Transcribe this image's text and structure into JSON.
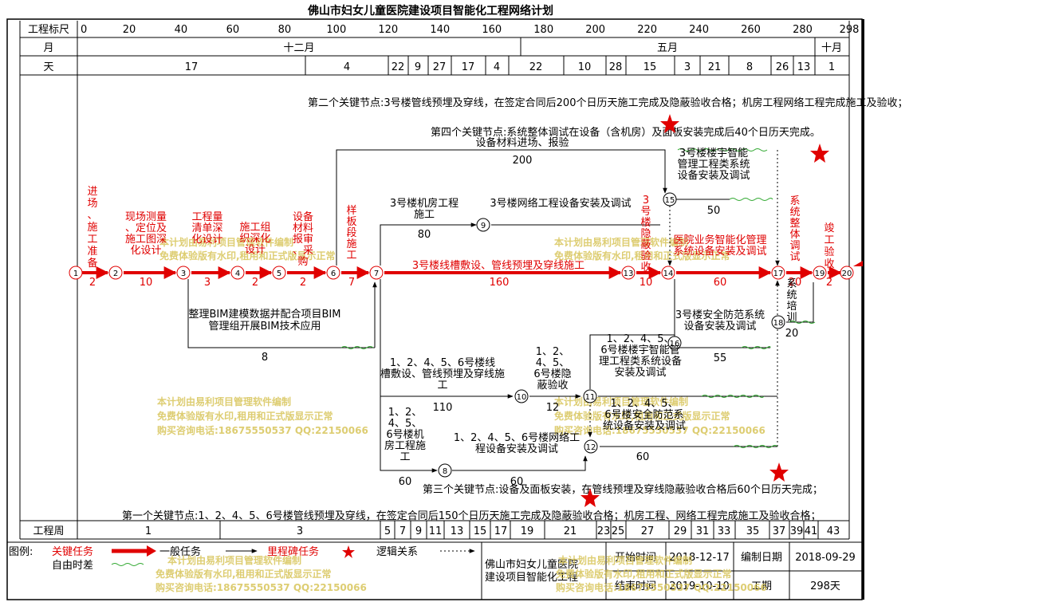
{
  "title": "佛山市妇女儿童医院建设项目智能化工程网络计划",
  "header": {
    "scale_label": "工程标尺",
    "scale_ticks": [
      "0",
      "20",
      "40",
      "60",
      "80",
      "100",
      "120",
      "140",
      "160",
      "180",
      "200",
      "220",
      "240",
      "260",
      "280",
      "298"
    ],
    "month_label": "月",
    "months": [
      "十二月",
      "五月",
      "十月"
    ],
    "day_label": "天",
    "days": [
      "17",
      "4",
      "22",
      "9",
      "27",
      "17",
      "4",
      "22",
      "10",
      "28",
      "15",
      "3",
      "21",
      "8",
      "26",
      "13",
      "1"
    ]
  },
  "footer": {
    "week_label": "工程周",
    "weeks": [
      "1",
      "3",
      "5",
      "7",
      "9",
      "11",
      "13",
      "15",
      "17",
      "19",
      "21",
      "23",
      "25",
      "27",
      "29",
      "31",
      "33",
      "35",
      "37",
      "39",
      "41",
      "43"
    ]
  },
  "milestones": {
    "m1": "第一个关键节点:1、2、4、5、6号楼管线预埋及穿线，在签定合同后150个日历天施工完成及隐蔽验收合格；机房工程、网络工程完成施工及验收合格；",
    "m2": "第二个关键节点:3号楼管线预埋及穿线，在签定合同后200个日历天施工完成及隐蔽验收合格；机房工程网络工程完成施工及验收；",
    "m3": "第三个关键节点:设备及面板安装，在管线预埋及穿线隐蔽验收合格后60个日历天完成；",
    "m4": "第四个关键节点:系统整体调试在设备（含机房）及面板安装完成后40个日历天完成。"
  },
  "nodes": [
    "1",
    "2",
    "3",
    "4",
    "5",
    "6",
    "7",
    "8",
    "9",
    "10",
    "11",
    "12",
    "13",
    "14",
    "15",
    "16",
    "17",
    "18",
    "19",
    "20"
  ],
  "tasks": {
    "t1_2": {
      "name": "进场、施工准备",
      "dur": "2"
    },
    "t2_3": {
      "name": "现场测量、定位及施工图深化设计",
      "dur": "10"
    },
    "t3_4": {
      "name": "工程量清单深化设计",
      "dur": "3"
    },
    "t4_5": {
      "name": "施工组织深化设计",
      "dur": "2"
    },
    "t5_6": {
      "name": "设备材料报审、采购",
      "dur": "2"
    },
    "t6_7": {
      "name": "样板段施工",
      "dur": "7"
    },
    "t7_13": {
      "name": "3号楼线槽敷设、管线预埋及穿线施工",
      "dur": "160"
    },
    "t13_14": {
      "name": "3号楼隐蔽验收",
      "dur": "10"
    },
    "t14_17": {
      "name": "医院业务智能化管理系统设备安装及调试",
      "dur": "60"
    },
    "t17_19": {
      "name": "系统整体调试",
      "dur": "20"
    },
    "t19_20": {
      "name": "竣工验收",
      "dur": "2"
    },
    "t6_15": {
      "name": "设备材料进场、报验",
      "dur": "200"
    },
    "t15_17": {
      "name": "3号楼楼宇智能管理工程类系统设备安装及调试",
      "dur": "50"
    },
    "t7_9": {
      "name": "3号楼机房工程施工",
      "dur": "80"
    },
    "t9_14": {
      "name": "3号楼网络工程设备安装及调试",
      "dur": ""
    },
    "t3_7": {
      "name": "整理BIM建模数据并配合项目BIM管理组开展BIM技术应用",
      "dur": "8"
    },
    "t16_18": {
      "name": "3号楼安全防范系统设备安装及调试",
      "dur": "55"
    },
    "t18_19": {
      "name": "系统培训",
      "dur": "20"
    },
    "t7_10": {
      "name": "1、2、4、5、6号楼线槽敷设、管线预埋及穿线施工",
      "dur": "110"
    },
    "t10_11": {
      "name": "1、2、4、5、6号楼隐蔽验收",
      "dur": "12"
    },
    "t11_17a": {
      "name": "1、2、4、5、6号楼楼宇智能管理工程类系统设备安装及调试",
      "dur": ""
    },
    "t11_17b": {
      "name": "1、2、4、5、6号楼安全防范系统设备安装及调试",
      "dur": "60"
    },
    "t7_8": {
      "name": "1、2、4、5、6号楼机房工程施工",
      "dur": "60"
    },
    "t8_12": {
      "name": "1、2、4、5、6号楼网络工程设备安装及调试",
      "dur": "60"
    }
  },
  "legend": {
    "label": "图例:",
    "critical": "关键任务",
    "normal": "一般任务",
    "milestone": "里程碑任务",
    "logic": "逻辑关系",
    "float": "自由时差"
  },
  "info": {
    "project": "佛山市妇女儿童医院建设项目智能化工程",
    "start_label": "开始时间",
    "start": "2018-12-17",
    "end_label": "结束时间",
    "end": "2019-10-10",
    "edit_label": "编制日期",
    "edit": "2018-09-29",
    "dur_label": "工期",
    "dur": "298天"
  },
  "watermark": {
    "l1": "本计划由易利项目管理软件编制",
    "l2": "免费体验版有水印,租用和正式版显示正常",
    "l3": "购买咨询电话:18675550537 QQ:22150066"
  },
  "colors": {
    "critical": "#e00000",
    "normal": "#000000",
    "float": "#2fa82f",
    "watermark": "#d8c55a"
  }
}
